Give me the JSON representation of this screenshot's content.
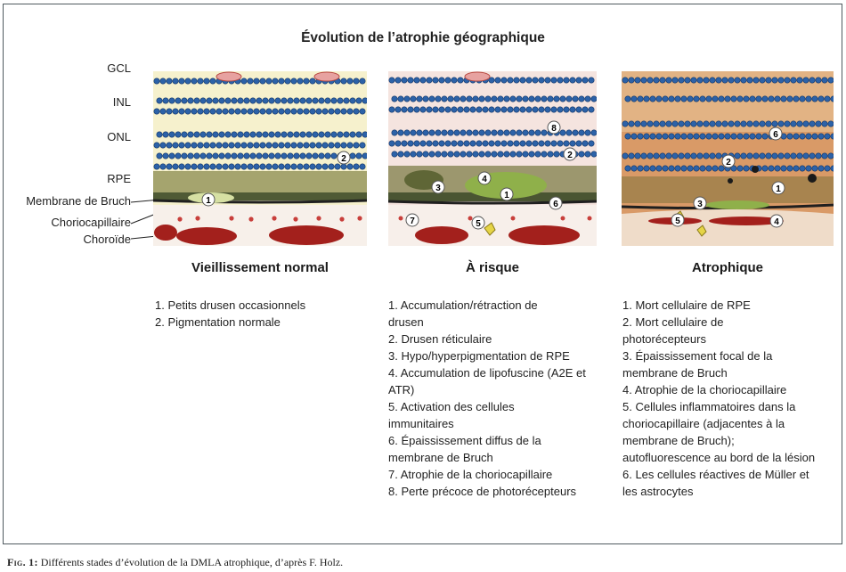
{
  "title": "Évolution de l’atrophie géographique",
  "layer_labels": {
    "gcl": "GCL",
    "inl": "INL",
    "onl": "ONL",
    "rpe": "RPE",
    "bruch": "Membrane de Bruch",
    "chorio": "Choriocapillaire",
    "choroid": "Choroïde"
  },
  "stages": [
    {
      "title": "Vieillissement normal",
      "markers": [
        "1",
        "2"
      ],
      "items": [
        "1. Petits drusen occasionnels",
        "2. Pigmentation normale"
      ]
    },
    {
      "title": "À risque",
      "markers": [
        "1",
        "2",
        "3",
        "4",
        "5",
        "6",
        "7",
        "8"
      ],
      "items": [
        "1. Accumulation/rétraction de drusen",
        "2. Drusen réticulaire",
        "3. Hypo/hyperpigmentation de RPE",
        "4. Accumulation de lipofuscine (A2E et ATR)",
        "5. Activation des cellules immunitaires",
        "6. Épaississement diffus de la membrane de Bruch",
        "7. Atrophie de la choriocapillaire",
        "8. Perte précoce de photorécepteurs"
      ]
    },
    {
      "title": "Atrophique",
      "markers": [
        "1",
        "2",
        "3",
        "4",
        "5",
        "6"
      ],
      "items": [
        "1. Mort cellulaire de RPE",
        "2. Mort cellulaire de photorécepteurs",
        "3. Épaississement focal de la membrane de Bruch",
        "4. Atrophie de la choriocapillaire",
        "5. Cellules inflammatoires dans la choriocapillaire (adjacentes à la membrane de Bruch); autofluorescence au bord de la lésion",
        "6. Les cellules réactives de Müller et les astrocytes"
      ]
    }
  ],
  "caption": {
    "label": "Fig. 1:",
    "text": " Différents stades d’évolution de la DMLA atrophique, d’après F. Holz."
  },
  "colors": {
    "frame": "#4f5a5f",
    "nucleus": "#2c62a8",
    "vessel": "#a3201c",
    "rpe": "#6d6a33",
    "background_normal": "#f6f1cd",
    "background_atrophic": "#d99a67"
  }
}
